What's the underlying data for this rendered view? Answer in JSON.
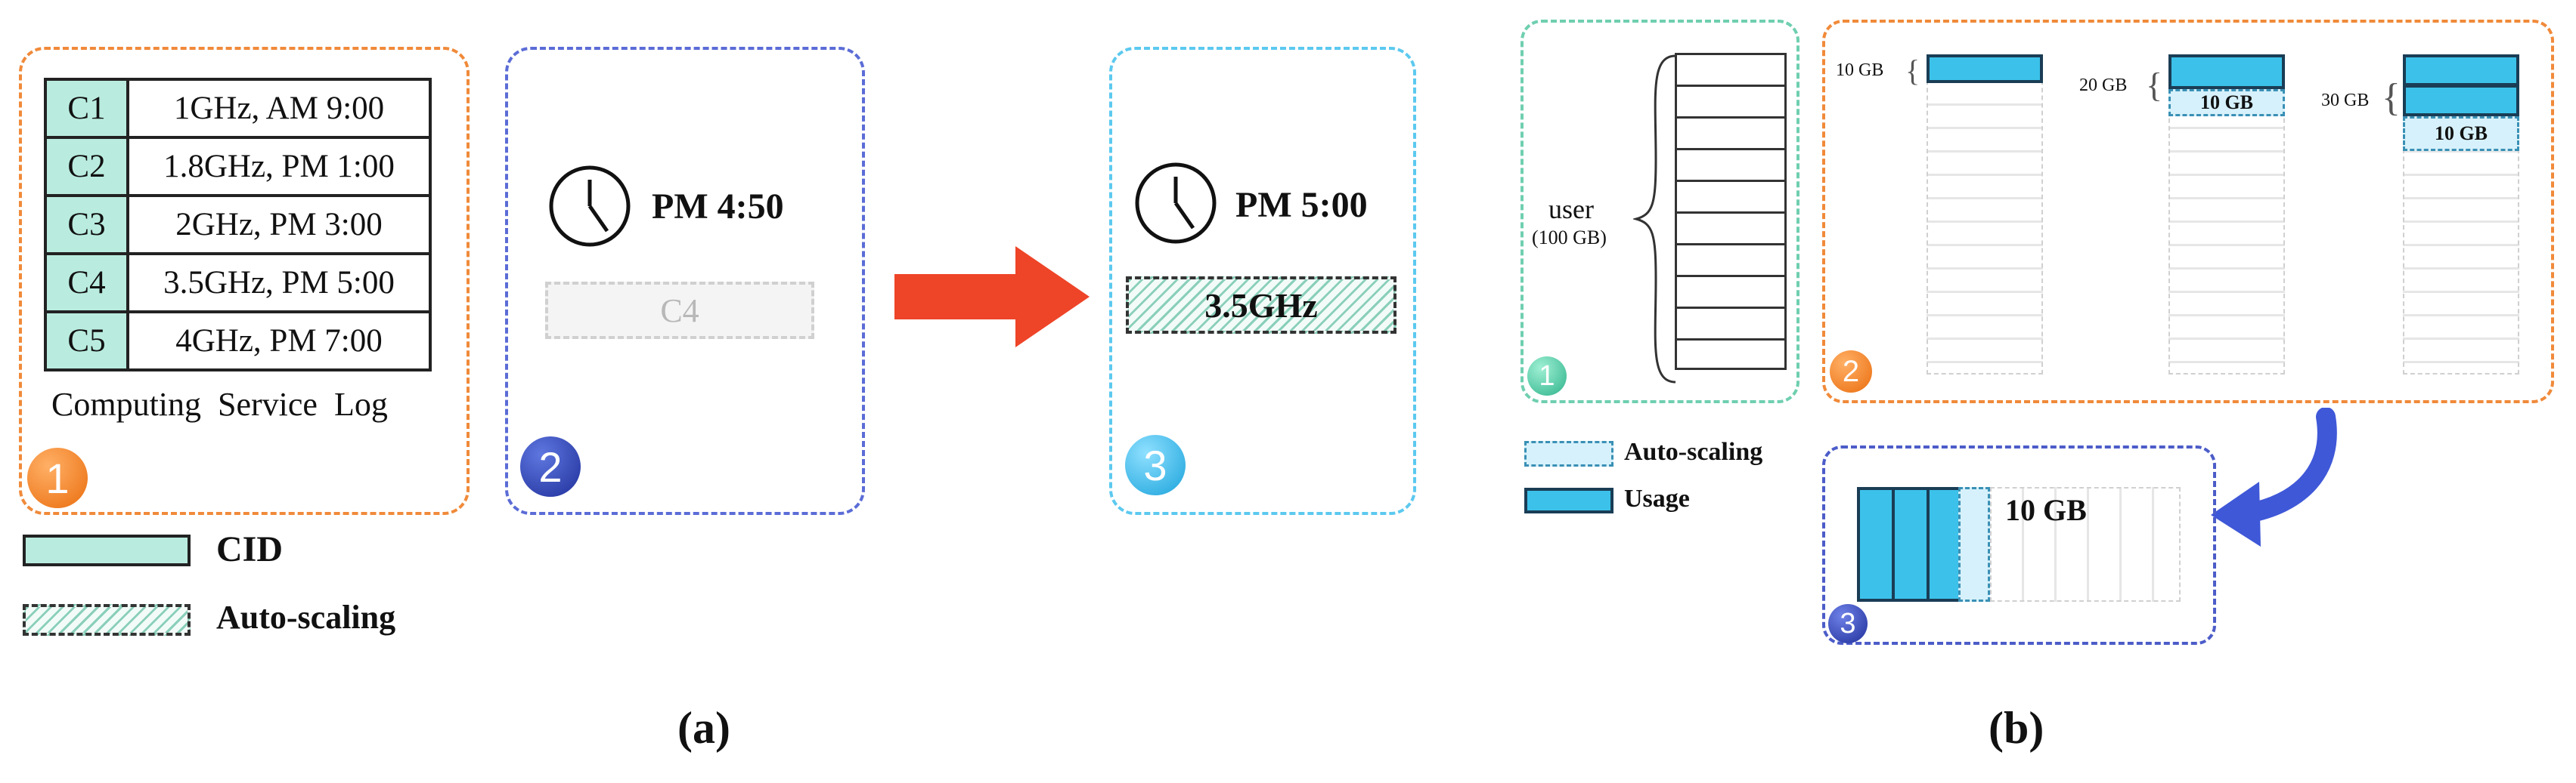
{
  "panel_a": {
    "log_rows": [
      {
        "cid": "C1",
        "value": "1GHz, AM 9:00"
      },
      {
        "cid": "C2",
        "value": "1.8GHz, PM 1:00"
      },
      {
        "cid": "C3",
        "value": "2GHz, PM 3:00"
      },
      {
        "cid": "C4",
        "value": "3.5GHz, PM 5:00"
      },
      {
        "cid": "C5",
        "value": "4GHz, PM 7:00"
      }
    ],
    "log_caption": "Computing  Service  Log",
    "badges": [
      "1",
      "2",
      "3"
    ],
    "step2_time": "PM 4:50",
    "step2_cid": "C4",
    "step3_time": "PM 5:00",
    "step3_value": "3.5GHz",
    "legend": {
      "cid": "CID",
      "auto": "Auto-scaling"
    },
    "label": "(a)",
    "colors": {
      "step1": "#f08a3a",
      "step2": "#5b6cd6",
      "step3": "#5cc9ef",
      "arrow": "#ee4428",
      "cid_fill": "#b9ecdf"
    }
  },
  "panel_b": {
    "user_label": "user",
    "user_size": "(100 GB)",
    "badges": [
      "1",
      "2",
      "3"
    ],
    "stack_labels": [
      "10 GB",
      "20 GB",
      "30 GB"
    ],
    "auto_label": "10 GB",
    "step3_label": "10 GB",
    "legend": {
      "auto": "Auto-scaling",
      "usage": "Usage"
    },
    "label": "(b)",
    "colors": {
      "step1": "#6fcfb0",
      "step2": "#f08a3a",
      "step3": "#4c5cc8",
      "usage": "#3cc2ea"
    }
  }
}
